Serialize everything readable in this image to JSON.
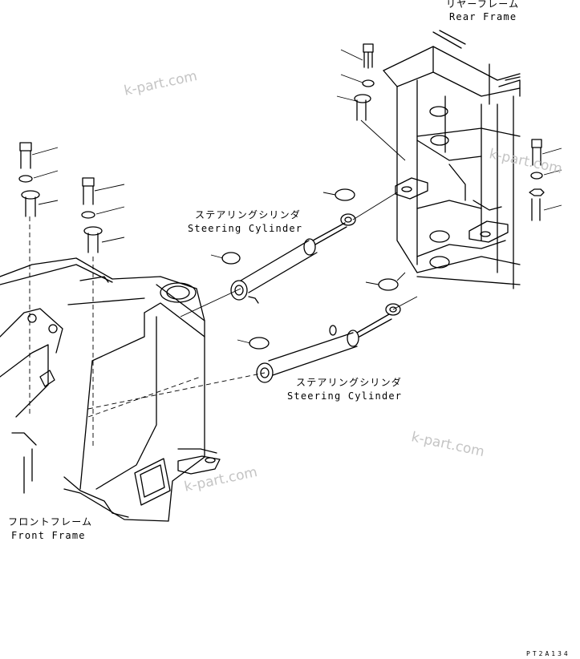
{
  "labels": {
    "rear_frame_jp": "リヤーフレーム",
    "rear_frame_en": "Rear Frame",
    "cyl_upper_jp": "ステアリングシリンダ",
    "cyl_upper_en": "Steering Cylinder",
    "cyl_lower_jp": "ステアリングシリンダ",
    "cyl_lower_en": "Steering Cylinder",
    "front_frame_jp": "フロントフレーム",
    "front_frame_en": "Front Frame"
  },
  "watermarks": [
    "k-part.com",
    "k-part.com",
    "k-part.com",
    "k-part.com"
  ],
  "drawing_code": "PT2A134"
}
